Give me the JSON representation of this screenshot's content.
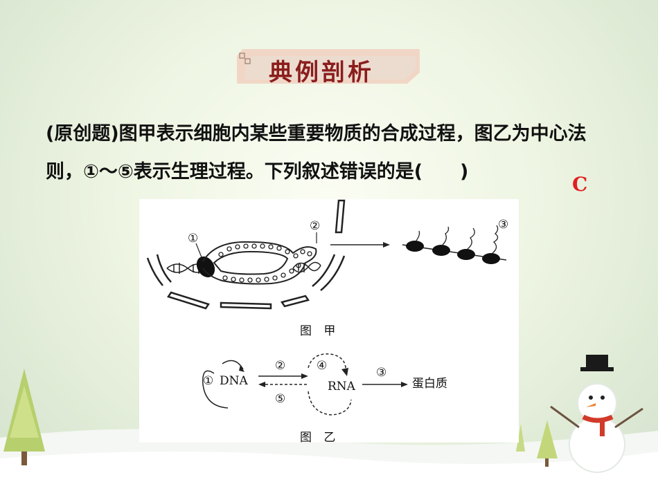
{
  "header": {
    "title": "典例剖析"
  },
  "question": {
    "text": "(原创题)图甲表示细胞内某些重要物质的合成过程，图乙为中心法则，①～⑤表示生理过程。下列叙述错误的是(　　)",
    "answer": "C"
  },
  "figure_jia": {
    "label": "图 甲",
    "markers": [
      "①",
      "②",
      "③"
    ]
  },
  "figure_yi": {
    "label": "图 乙",
    "dna": "DNA",
    "rna": "RNA",
    "protein": "蛋白质",
    "markers": [
      "①",
      "②",
      "③",
      "④",
      "⑤"
    ]
  }
}
